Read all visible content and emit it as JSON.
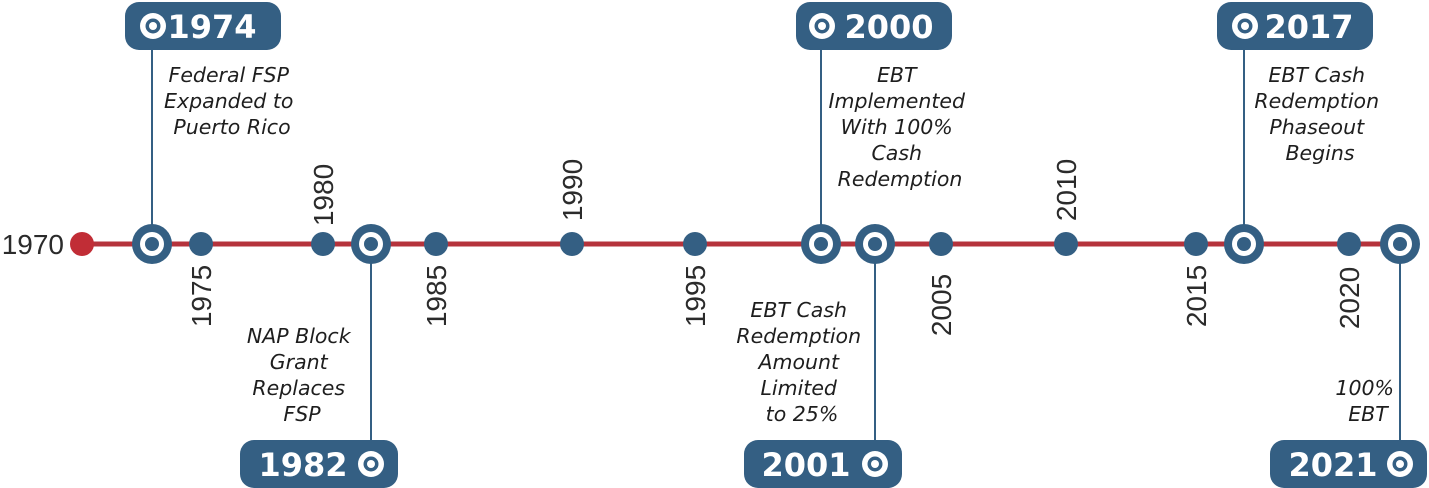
{
  "colors": {
    "line": "#b5333c",
    "start_dot": "#c12d36",
    "node": "#345f83",
    "badge": "#345f83",
    "badge_text": "#ffffff",
    "connector": "#345f83"
  },
  "start_label": "1970",
  "year_ticks": [
    "1975",
    "1980",
    "1985",
    "1990",
    "1995",
    "2005",
    "2010",
    "2015",
    "2020"
  ],
  "events": [
    {
      "year": "1974",
      "position": "top",
      "lines": [
        "Federal FSP",
        "Expanded to",
        "Puerto Rico"
      ]
    },
    {
      "year": "1982",
      "position": "bottom",
      "lines": [
        "NAP Block",
        "Grant",
        "Replaces",
        "FSP"
      ]
    },
    {
      "year": "2000",
      "position": "top",
      "lines": [
        "EBT",
        "Implemented",
        "With 100%",
        "Cash",
        "Redemption"
      ]
    },
    {
      "year": "2001",
      "position": "bottom",
      "lines": [
        "EBT Cash",
        "Redemption",
        "Amount",
        "Limited",
        "to 25%"
      ]
    },
    {
      "year": "2017",
      "position": "top",
      "lines": [
        "EBT Cash",
        "Redemption",
        "Phaseout",
        "Begins"
      ]
    },
    {
      "year": "2021",
      "position": "bottom",
      "lines": [
        "100%",
        "EBT"
      ]
    }
  ]
}
